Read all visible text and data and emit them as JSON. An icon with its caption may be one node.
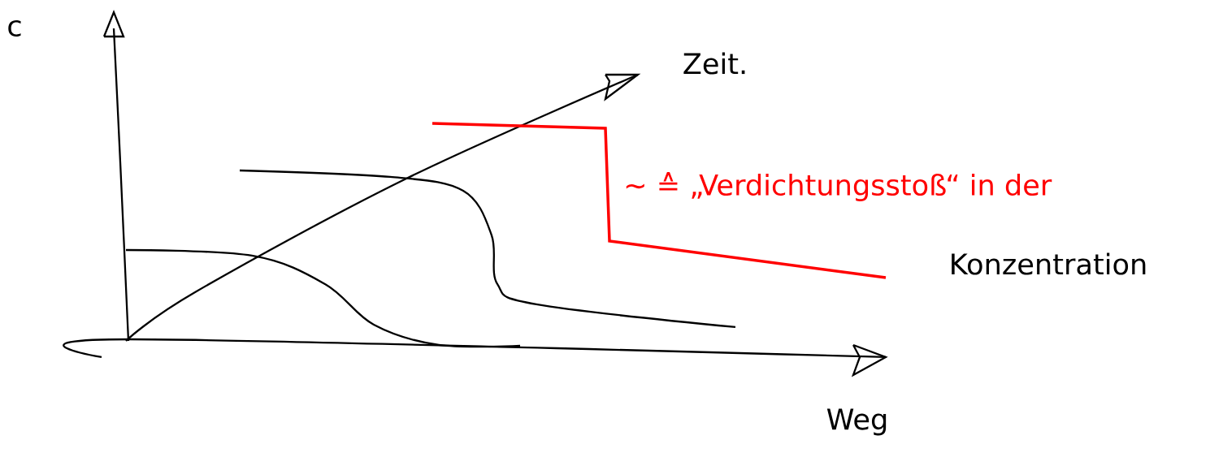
{
  "diagram": {
    "labels": [
      "c",
      "Zeit.",
      "~ ≙ „Verdichtungsstoß“ in der",
      "Konzentration",
      "Weg"
    ]
  }
}
